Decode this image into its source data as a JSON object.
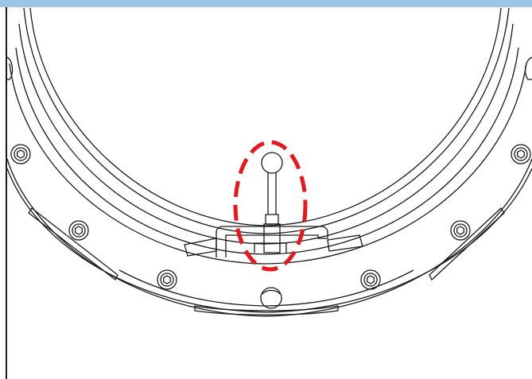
{
  "colors": {
    "header_bar": "#9dc3e6",
    "frame_border": "#1a1a1a",
    "line": "#1a1a1a",
    "highlight": "#e8171b",
    "background": "#ffffff"
  },
  "figure": {
    "subject": "circular-flange-with-bolt-ring-and-lever-handle",
    "highlighted_part": "lever-handle",
    "bolt_count_visible": 8
  }
}
